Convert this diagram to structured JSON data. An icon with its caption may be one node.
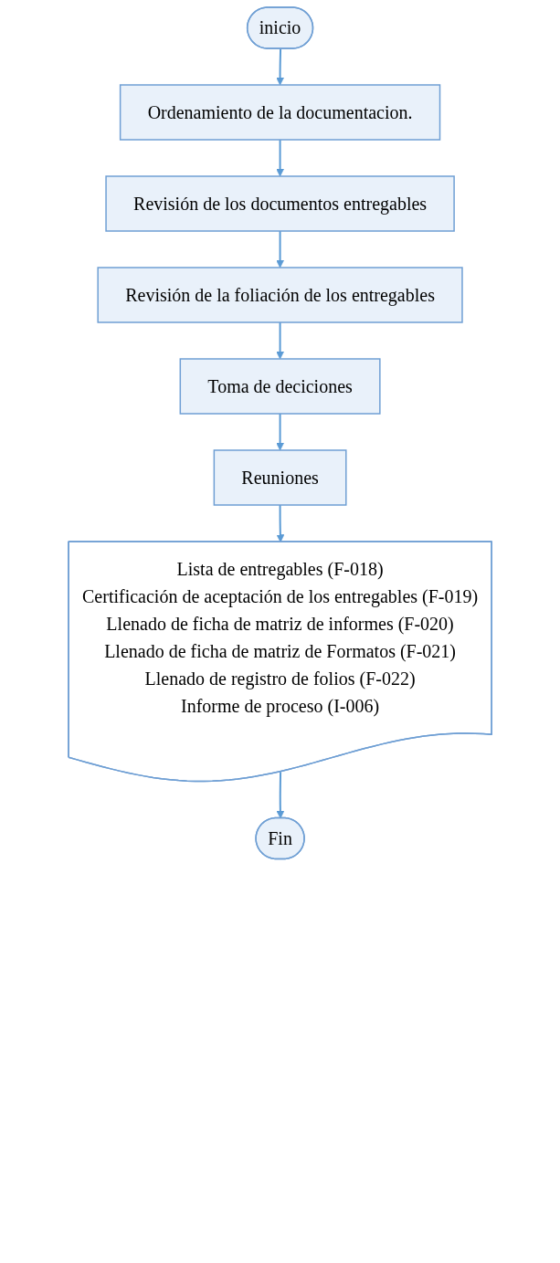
{
  "diagram": {
    "nodes": [
      {
        "text": [
          "inicio"
        ]
      },
      {
        "text": [
          "Ordenamiento de la documentacion."
        ]
      },
      {
        "text": [
          "Revisión de los documentos entregables"
        ]
      },
      {
        "text": [
          "Revisión de la foliación de los entregables"
        ]
      },
      {
        "text": [
          "Toma de deciciones"
        ]
      },
      {
        "text": [
          "Reuniones"
        ]
      },
      {
        "text": [
          "Lista de entregables (F-018)",
          "Certificación de aceptación de los entregables (F-019)",
          "Llenado de ficha de matriz de informes (F-020)",
          "Llenado de ficha de matriz de Formatos (F-021)",
          "Llenado de registro de folios (F-022)",
          "Informe de proceso (I-006)"
        ]
      },
      {
        "text": [
          "Fin"
        ]
      }
    ],
    "edges": [
      {
        "from": 0,
        "to": 1,
        "arrow": "to"
      },
      {
        "from": 1,
        "to": 2,
        "arrow": "to"
      },
      {
        "from": 2,
        "to": 3,
        "arrow": "to"
      },
      {
        "from": 3,
        "to": 4,
        "arrow": "to"
      },
      {
        "from": 4,
        "to": 5,
        "arrow": "to"
      },
      {
        "from": 5,
        "to": 6,
        "arrow": "to"
      },
      {
        "from": 6,
        "to": 7,
        "arrow": "to"
      }
    ]
  }
}
